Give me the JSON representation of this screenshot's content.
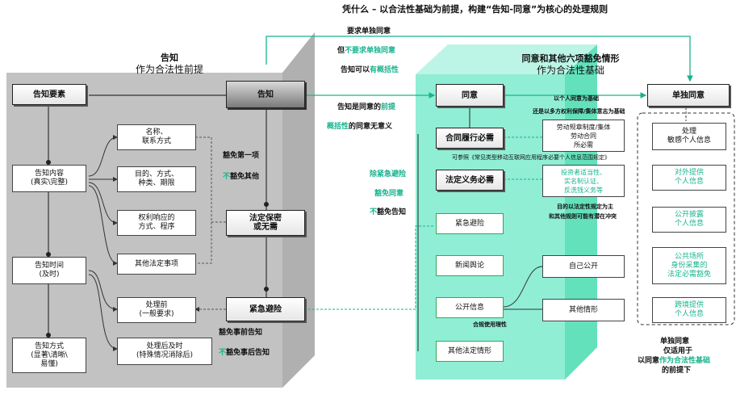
{
  "title": "凭什么 – 以合法性基础为前提，构建“告知-同意”为核心的处理规则",
  "left_panel": {
    "title": "告知",
    "subtitle": "作为合法性前提",
    "boxes": {
      "notice_elements": "告知要素",
      "notice": "告知",
      "content": "告知内容\n(真实\\完整)",
      "time": "告知时间\n(及时)",
      "method": "告知方式\n(显著\\清晰\\\n易懂)",
      "name": "名称、\n联系方式",
      "purpose": "目的、方式、\n种类、期限",
      "rights": "权利响应的\n方式、程序",
      "other": "其他法定事项",
      "before": "处理前\n(一般要求)",
      "after": "处理后及时\n(特殊情况消除后)",
      "secrecy": "法定保密\n或无需",
      "emergency": "紧急避险"
    },
    "labels": {
      "exempt_first": "豁免第一项",
      "exempt_other_prefix": "不",
      "exempt_other_rest": "豁免其他",
      "exempt_before": "豁免事前告知",
      "exempt_after_prefix": "不",
      "exempt_after_rest": "豁免事后告知"
    }
  },
  "middle_labels": {
    "require_separate": "要求单独同意",
    "not_require_prefix": "但",
    "not_require_rest": "不要求单独同意",
    "general_prefix": "告知可以",
    "general_rest": "有概括性",
    "premise_prefix": "告知是同意的",
    "premise_rest": "前提",
    "general_meaningless_prefix": "概括性",
    "general_meaningless_rest": "的同意无意义",
    "except_emergency": "除紧急避险",
    "exempt_consent": "豁免同意",
    "not_exempt_notice_prefix": "不",
    "not_exempt_notice_rest": "豁免告知"
  },
  "right_panel": {
    "title": "同意和其他六项豁免情形",
    "subtitle": "作为合法性基础",
    "boxes": {
      "consent": "同意",
      "contract": "合同履行必需",
      "legal_duty": "法定义务必需",
      "emergency": "紧急避险",
      "news": "新闻舆论",
      "public_info": "公开信息",
      "other": "其他法定情形",
      "labor": "劳动规章制度/集体\n劳动合同\n所必需",
      "investor": "投资者适当性、\n实名制认证、\n反洗钱义务等",
      "self_public": "自己公开",
      "other_case": "其他情形",
      "separate": "单独同意",
      "sensitive": "处理\n敏感个人信息",
      "provide": "对外提供\n个人信息",
      "disclose": "公开披露\n个人信息",
      "public_collect": "公共场所\n身份采集的\n法定必需豁免",
      "cross_border": "跨境提供\n个人信息"
    },
    "notes": {
      "individual_basis": "以个人同意为基础",
      "collective": "还是以多方权利保障/集体意志为基础",
      "ref": "可参照《常见类型移动互联网应用程序必要个人信息范围规定》",
      "purpose_limit": "目的以法定性规定为主",
      "conflict": "和其他规则可能有潜在冲突",
      "reasonable_use": "合规使用理性"
    },
    "footer": {
      "line1": "单独同意",
      "line2": "仅适用于",
      "line3_prefix": "以同意",
      "line3_rest": "作为合法性基础",
      "line4": "的前提下"
    }
  },
  "colors": {
    "teal": "#18b38e",
    "gray_panel": "#c9c9c9",
    "teal_panel": "#7be6c8"
  },
  "icons": [
    "arrow-icon"
  ]
}
